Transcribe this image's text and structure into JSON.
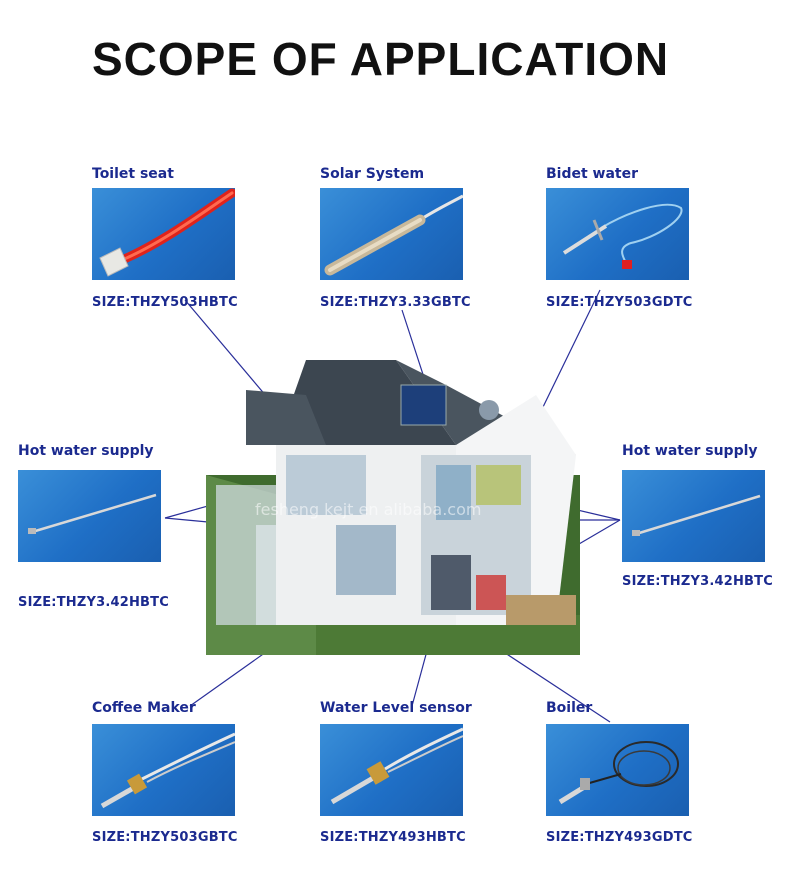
{
  "title": "SCOPE OF APPLICATION",
  "watermark": "fesheng kejt en alibaba.com",
  "accent_color": "#1b2a8f",
  "items": [
    {
      "label": "Toilet seat",
      "size": "SIZE:THZY503HBTC"
    },
    {
      "label": "Solar System",
      "size": "SIZE:THZY3.33GBTC"
    },
    {
      "label": "Bidet water",
      "size": "SIZE:THZY503GDTC"
    },
    {
      "label": "Hot water supply",
      "size": "SIZE:THZY3.42HBTC"
    },
    {
      "label": "Hot water supply",
      "size": "SIZE:THZY3.42HBTC"
    },
    {
      "label": "Coffee Maker",
      "size": "SIZE:THZY503GBTC"
    },
    {
      "label": "Water Level sensor",
      "size": "SIZE:THZY493HBTC"
    },
    {
      "label": "Boiler",
      "size": "SIZE:THZY493GDTC"
    }
  ]
}
